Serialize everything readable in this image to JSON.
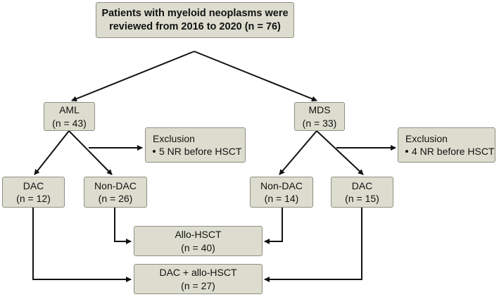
{
  "nodes": {
    "root": {
      "line1": "Patients with myeloid neoplasms were",
      "line2": "reviewed from 2016 to 2020 (n = 76)"
    },
    "aml": {
      "line1": "AML",
      "line2": "(n = 43)"
    },
    "mds": {
      "line1": "MDS",
      "line2": "(n = 33)"
    },
    "exclusion_aml": {
      "title": "Exclusion",
      "item": "5 NR before HSCT"
    },
    "exclusion_mds": {
      "title": "Exclusion",
      "item": "4 NR before HSCT"
    },
    "aml_dac": {
      "line1": "DAC",
      "line2": "(n = 12)"
    },
    "aml_nondac": {
      "line1": "Non-DAC",
      "line2": "(n = 26)"
    },
    "mds_nondac": {
      "line1": "Non-DAC",
      "line2": "(n = 14)"
    },
    "mds_dac": {
      "line1": "DAC",
      "line2": "(n = 15)"
    },
    "allo_hsct": {
      "line1": "Allo-HSCT",
      "line2": "(n = 40)"
    },
    "dac_allo_hsct": {
      "line1": "DAC + allo-HSCT",
      "line2": "(n = 27)"
    }
  },
  "colors": {
    "box_fill": "#ddddcf",
    "box_border": "#8e8e84",
    "arrow": "#111111"
  }
}
